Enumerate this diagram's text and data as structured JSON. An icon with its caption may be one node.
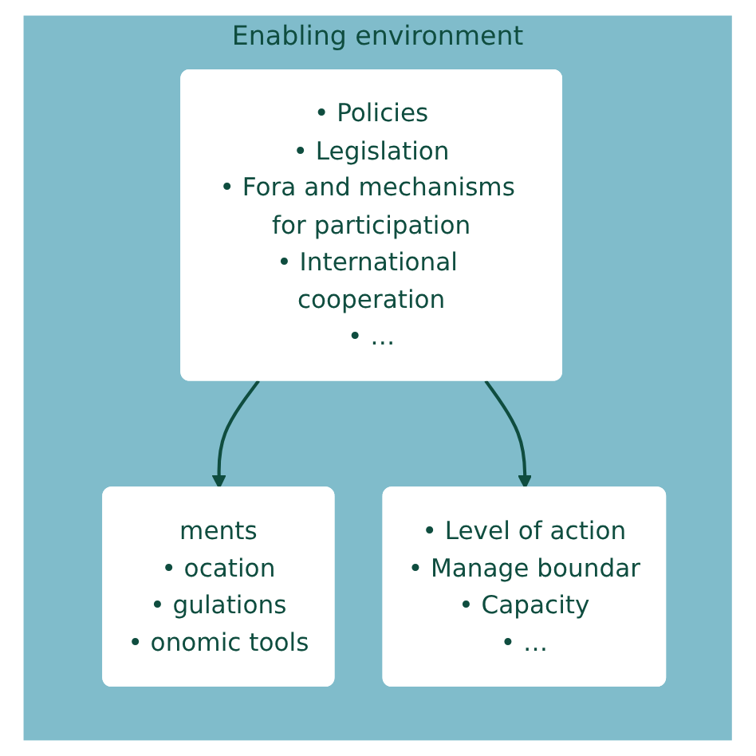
{
  "diagram": {
    "nodes": [
      {
        "text": [
          "Enabling environment"
        ]
      },
      {
        "text": [
          "ments",
          "• ocation",
          "• gulations",
          "• onomic tools"
        ],
        "in": 0
      },
      {
        "text": [
          "• Policies",
          "• Legislation",
          "• Fora and mechanisms for participation",
          "• International cooperation",
          "• …"
        ],
        "in": 0
      },
      {
        "text": [
          "• Level of action",
          "• Manage boundar",
          "• Capacity",
          "• …"
        ],
        "in": 0
      }
    ],
    "edges": [
      {
        "from": 2,
        "to": 1,
        "arrow": "to"
      },
      {
        "from": 2,
        "to": 3,
        "arrow": "to"
      }
    ]
  }
}
